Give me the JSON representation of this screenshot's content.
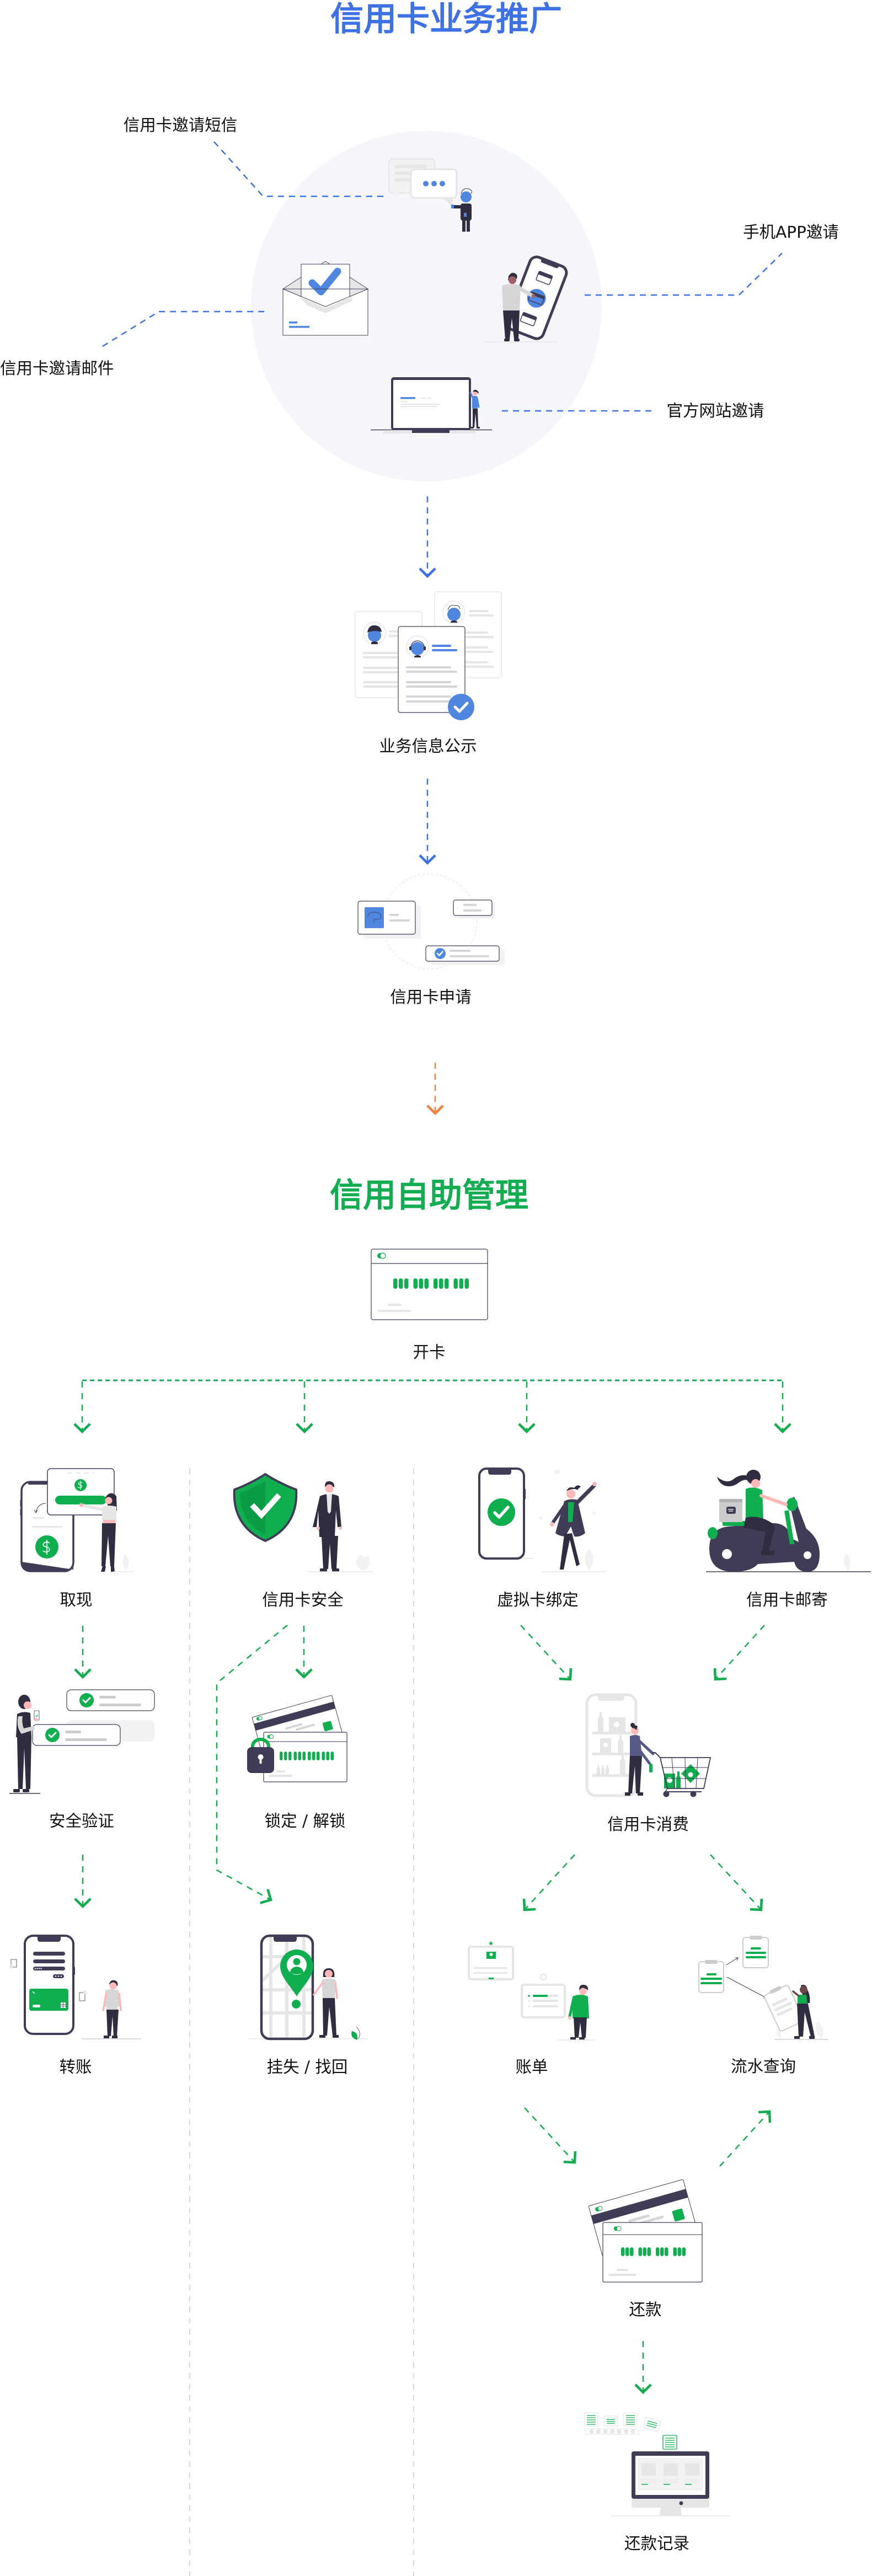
{
  "colors": {
    "promotion_blue": "#3e71e3",
    "self_service_green": "#12ad50",
    "transition_orange": "#f3813e",
    "label_text": "#111111",
    "circle_background": "#f5f6fa",
    "divider_gray": "#d9d9d9",
    "illustration": {
      "blue": "#4f86e0",
      "green": "#0fae4f",
      "dark": "#3f3d56",
      "dark_alt": "#2f2e41",
      "light_gray": "#e6e6e6",
      "lighter_gray": "#f2f2f2",
      "mid_gray": "#d6d6d6",
      "gray": "#cccccc",
      "skin": "#ffb8b8",
      "purple": "#575a89"
    }
  },
  "promotion": {
    "title": "信用卡业务推广",
    "channels": {
      "sms": {
        "label": "信用卡邀请短信",
        "icon": "sms-chat-icon"
      },
      "email": {
        "label": "信用卡邀请邮件",
        "icon": "email-invite-icon"
      },
      "app": {
        "label": "手机APP邀请",
        "icon": "mobile-app-icon"
      },
      "website": {
        "label": "官方网站邀请",
        "icon": "website-laptop-icon"
      }
    },
    "steps": {
      "info_disclosure": {
        "label": "业务信息公示",
        "icon": "info-documents-icon"
      },
      "application": {
        "label": "信用卡申请",
        "icon": "card-application-icon"
      }
    }
  },
  "self_service": {
    "title": "信用自助管理",
    "nodes": {
      "card_activation": {
        "label": "开卡",
        "icon": "card-activation-icon"
      },
      "cash_withdrawal": {
        "label": "取现",
        "icon": "cash-withdrawal-icon"
      },
      "card_security": {
        "label": "信用卡安全",
        "icon": "security-shield-icon"
      },
      "virtual_card_binding": {
        "label": "虚拟卡绑定",
        "icon": "virtual-card-phone-icon"
      },
      "card_mailing": {
        "label": "信用卡邮寄",
        "icon": "delivery-scooter-icon"
      },
      "security_verification": {
        "label": "安全验证",
        "icon": "verification-check-icon"
      },
      "lock_unlock": {
        "label": "锁定 / 解锁",
        "icon": "card-lock-icon"
      },
      "card_spending": {
        "label": "信用卡消费",
        "icon": "shopping-cart-icon"
      },
      "transfer": {
        "label": "转账",
        "icon": "mobile-transfer-icon"
      },
      "report_loss": {
        "label": "挂失 / 找回",
        "icon": "location-pin-phone-icon"
      },
      "statement": {
        "label": "账单",
        "icon": "statement-documents-icon"
      },
      "transaction_query": {
        "label": "流水查询",
        "icon": "clipboard-query-icon"
      },
      "repayment": {
        "label": "还款",
        "icon": "repayment-cards-icon"
      },
      "repayment_records": {
        "label": "还款记录",
        "icon": "records-monitor-icon"
      }
    }
  },
  "flow": [
    {
      "from": "sms",
      "to": "info_disclosure"
    },
    {
      "from": "email",
      "to": "info_disclosure"
    },
    {
      "from": "app",
      "to": "info_disclosure"
    },
    {
      "from": "website",
      "to": "info_disclosure"
    },
    {
      "from": "info_disclosure",
      "to": "application"
    },
    {
      "from": "application",
      "to": "self_service"
    },
    {
      "from": "card_activation",
      "to": "cash_withdrawal"
    },
    {
      "from": "card_activation",
      "to": "card_security"
    },
    {
      "from": "card_activation",
      "to": "virtual_card_binding"
    },
    {
      "from": "card_activation",
      "to": "card_mailing"
    },
    {
      "from": "cash_withdrawal",
      "to": "security_verification"
    },
    {
      "from": "security_verification",
      "to": "transfer"
    },
    {
      "from": "card_security",
      "to": "lock_unlock"
    },
    {
      "from": "card_security",
      "to": "report_loss"
    },
    {
      "from": "virtual_card_binding",
      "to": "card_spending"
    },
    {
      "from": "card_mailing",
      "to": "card_spending"
    },
    {
      "from": "card_spending",
      "to": "statement"
    },
    {
      "from": "card_spending",
      "to": "transaction_query"
    },
    {
      "from": "statement",
      "to": "repayment"
    },
    {
      "from": "repayment",
      "to": "transaction_query"
    },
    {
      "from": "repayment",
      "to": "repayment_records"
    }
  ]
}
